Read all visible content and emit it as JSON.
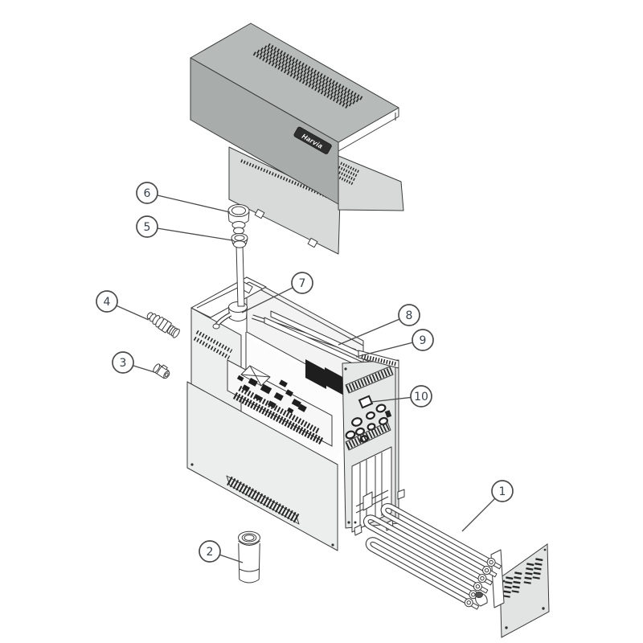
{
  "diagram": {
    "type": "exploded-parts-diagram",
    "logo": "Harvia",
    "callouts": [
      {
        "label": "1"
      },
      {
        "label": "2"
      },
      {
        "label": "3"
      },
      {
        "label": "4"
      },
      {
        "label": "5"
      },
      {
        "label": "6"
      },
      {
        "label": "7"
      },
      {
        "label": "8"
      },
      {
        "label": "9"
      },
      {
        "label": "10"
      }
    ],
    "colors": {
      "background": "#ffffff",
      "line": "#3a3a3a",
      "lid_top": "#b6bab9",
      "lid_front": "#a8acab",
      "panel": "#d8dad9",
      "cabinet_front": "#eceeed",
      "cabinet_end": "#e6e8e7",
      "back_wall": "#f2f3f2",
      "plate": "#e2e4e3",
      "vent": "#262626",
      "logo_bg": "#2e2e2e",
      "logo_text": "#ffffff",
      "callout_text": "#34424f",
      "callout_stroke": "#4a4a4a"
    }
  }
}
